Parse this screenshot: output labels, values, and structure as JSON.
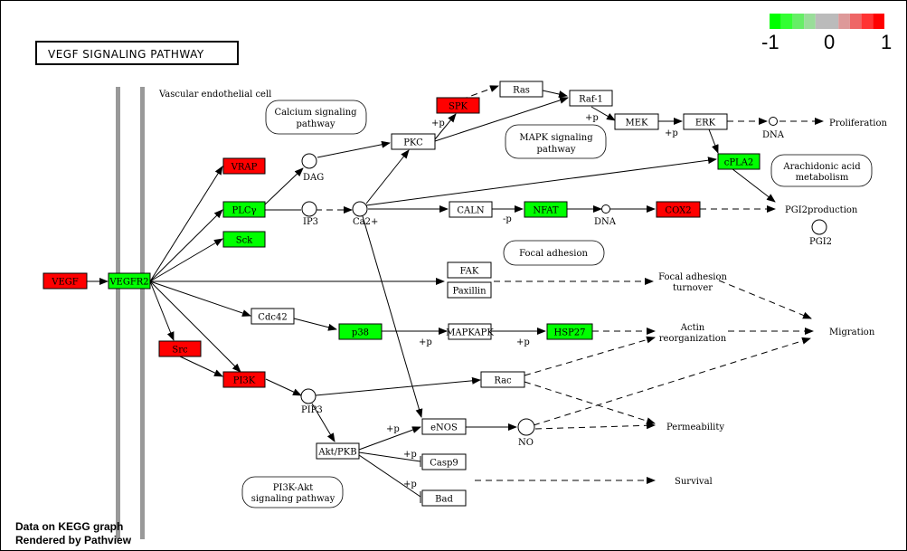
{
  "title": "VEGF  SIGNALING  PATHWAY",
  "cell_label": "Vascular endothelial cell",
  "footer": {
    "line1": "Data on KEGG graph",
    "line2": "Rendered by Pathview"
  },
  "legend": {
    "min_label": "-1",
    "mid_label": "0",
    "max_label": "1",
    "colors": [
      "#00ff00",
      "#33ff33",
      "#66ee66",
      "#99dd99",
      "#bbbbbb",
      "#bbbbbb",
      "#dd9999",
      "#ee6666",
      "#ff3333",
      "#ff0000"
    ]
  },
  "colors": {
    "up": "#ff0000",
    "down": "#00ff00",
    "none": "#ffffff",
    "membrane": "#999999"
  },
  "genes": {
    "vegf": {
      "label": "VEGF",
      "state": "up"
    },
    "vegfr2": {
      "label": "VEGFR2",
      "state": "down"
    },
    "vrap": {
      "label": "VRAP",
      "state": "up"
    },
    "plcy": {
      "label": "PLCγ",
      "state": "down"
    },
    "sck": {
      "label": "Sck",
      "state": "down"
    },
    "src": {
      "label": "Src",
      "state": "up"
    },
    "pi3k": {
      "label": "PI3K",
      "state": "up"
    },
    "cdc42": {
      "label": "Cdc42",
      "state": "none"
    },
    "p38": {
      "label": "p38",
      "state": "down"
    },
    "mapkapk": {
      "label": "MAPKAPK",
      "state": "none"
    },
    "hsp27": {
      "label": "HSP27",
      "state": "down"
    },
    "pkc": {
      "label": "PKC",
      "state": "none"
    },
    "spk": {
      "label": "SPK",
      "state": "up"
    },
    "ras": {
      "label": "Ras",
      "state": "none"
    },
    "raf1": {
      "label": "Raf-1",
      "state": "none"
    },
    "mek": {
      "label": "MEK",
      "state": "none"
    },
    "erk": {
      "label": "ERK",
      "state": "none"
    },
    "cpla2": {
      "label": "cPLA2",
      "state": "down"
    },
    "caln": {
      "label": "CALN",
      "state": "none"
    },
    "nfat": {
      "label": "NFAT",
      "state": "down"
    },
    "cox2": {
      "label": "COX2",
      "state": "up"
    },
    "fak": {
      "label": "FAK",
      "state": "none"
    },
    "paxillin": {
      "label": "Paxillin",
      "state": "none"
    },
    "rac": {
      "label": "Rac",
      "state": "none"
    },
    "enos": {
      "label": "eNOS",
      "state": "none"
    },
    "aktpkb": {
      "label": "Akt/PKB",
      "state": "none"
    },
    "casp9": {
      "label": "Casp9",
      "state": "none"
    },
    "bad": {
      "label": "Bad",
      "state": "none"
    }
  },
  "compounds": {
    "dag": "DAG",
    "ip3": "IP3",
    "ca": "Ca2+",
    "pip3": "PIP3",
    "no": "NO",
    "dna1": "DNA",
    "dna2": "DNA",
    "pgi2": "PGI2"
  },
  "maps": {
    "calcium": {
      "line1": "Calcium signaling",
      "line2": "pathway"
    },
    "mapk": {
      "line1": "MAPK signaling",
      "line2": "pathway"
    },
    "arachidonic": {
      "line1": "Arachidonic acid",
      "line2": "metabolism"
    },
    "focal": "Focal adhesion",
    "pi3k_akt": {
      "line1": "PI3K-Akt",
      "line2": "signaling pathway"
    }
  },
  "outcomes": {
    "proliferation": "Proliferation",
    "pgi2_production": "PGI2production",
    "focal_turnover": {
      "line1": "Focal adhesion",
      "line2": "turnover"
    },
    "actin": {
      "line1": "Actin",
      "line2": "reorganization"
    },
    "migration": "Migration",
    "permeability": "Permeability",
    "survival": "Survival"
  },
  "edge_labels": {
    "p_spk": "+p",
    "p_mek": "+p",
    "p_erk": "+p",
    "m_nfat": "-p",
    "p_mapkapk": "+p",
    "p_hsp27": "+p",
    "p_enos": "+p",
    "p_casp9": "+p",
    "p_bad": "+p"
  }
}
